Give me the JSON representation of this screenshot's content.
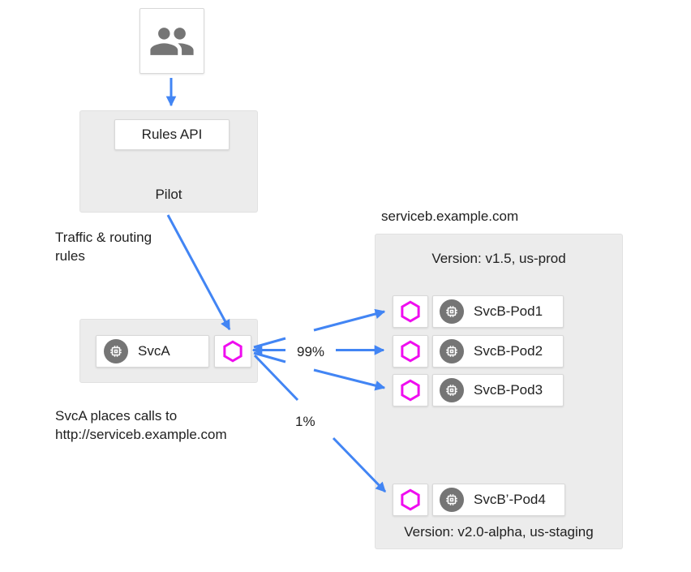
{
  "colors": {
    "arrow_blue": "#4285f4",
    "proxy_magenta": "#ef0def",
    "icon_gray": "#757575",
    "container_gray": "#ececec",
    "text": "#212121"
  },
  "pilot": {
    "label": "Pilot",
    "rules_api_label": "Rules API"
  },
  "annotations": {
    "traffic_rules_line1": "Traffic & routing",
    "traffic_rules_line2": "rules",
    "svca_calls_line1": "SvcA places calls to",
    "svca_calls_line2": "http://serviceb.example.com",
    "pct_major": "99%",
    "pct_minor": "1%"
  },
  "service_a": {
    "label": "SvcA"
  },
  "service_b": {
    "title": "serviceb.example.com",
    "version_prod": "Version: v1.5, us-prod",
    "version_staging": "Version: v2.0-alpha, us-staging",
    "pods": [
      "SvcB-Pod1",
      "SvcB-Pod2",
      "SvcB-Pod3"
    ],
    "staging_pod": "SvcB’-Pod4"
  }
}
